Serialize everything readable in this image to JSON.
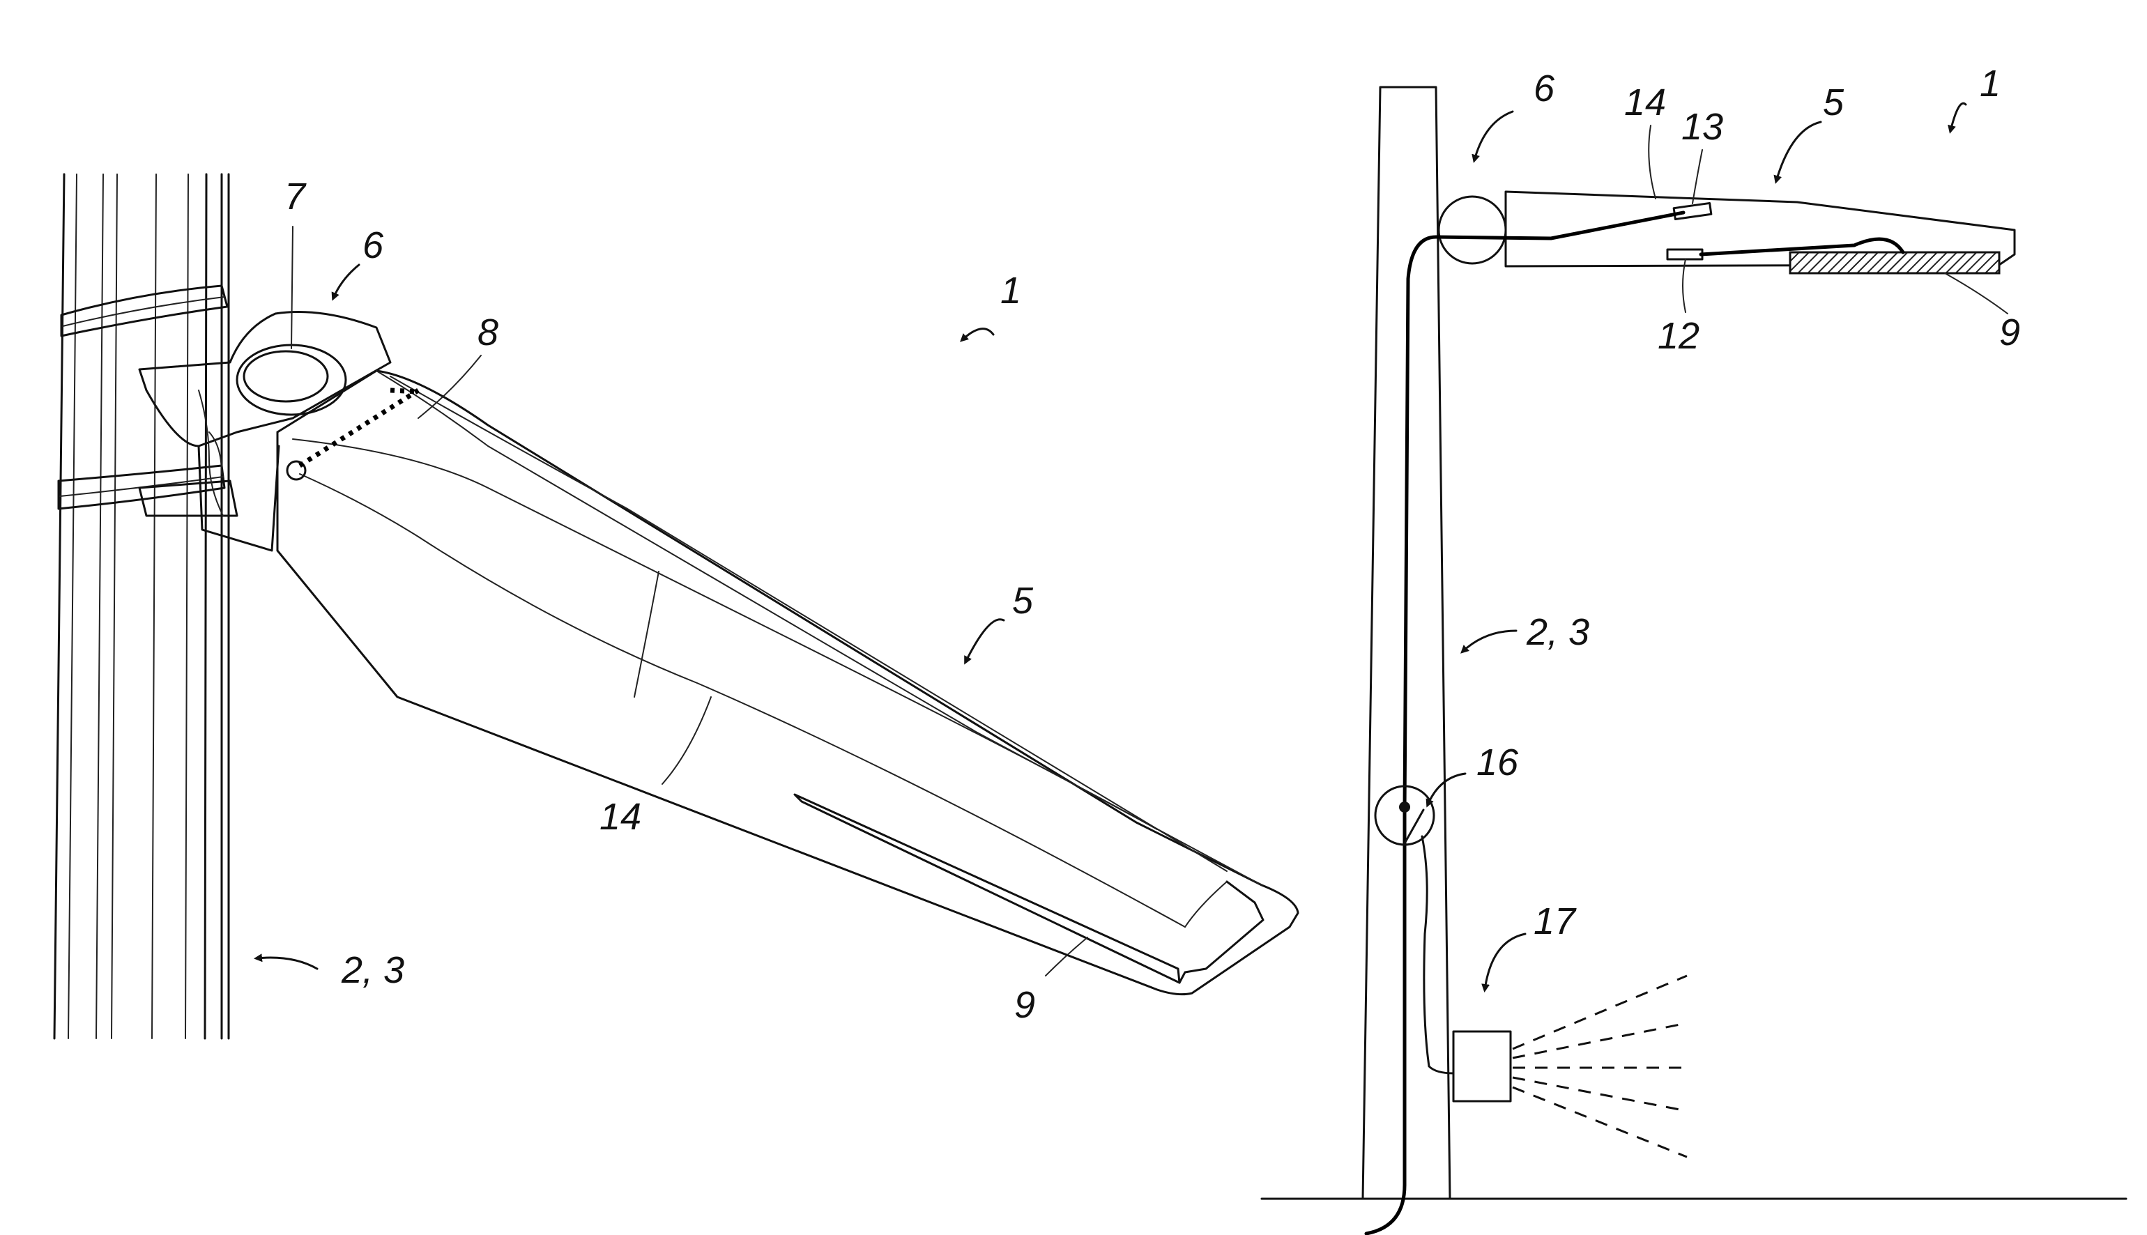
{
  "diagram": {
    "left_view": {
      "labels": {
        "lamp_assembly": "1",
        "pole": "2, 3",
        "luminaire_head": "5",
        "mount": "6",
        "pivot": "7",
        "axis": "8",
        "light_panel": "9",
        "housing": "14"
      }
    },
    "right_view": {
      "labels": {
        "lamp_assembly": "1",
        "pole": "2, 3",
        "luminaire_head": "5",
        "mount": "6",
        "light_panel": "9",
        "sensor_lower": "12",
        "sensor_upper": "13",
        "housing": "14",
        "switch": "16",
        "floodlight": "17"
      }
    }
  }
}
